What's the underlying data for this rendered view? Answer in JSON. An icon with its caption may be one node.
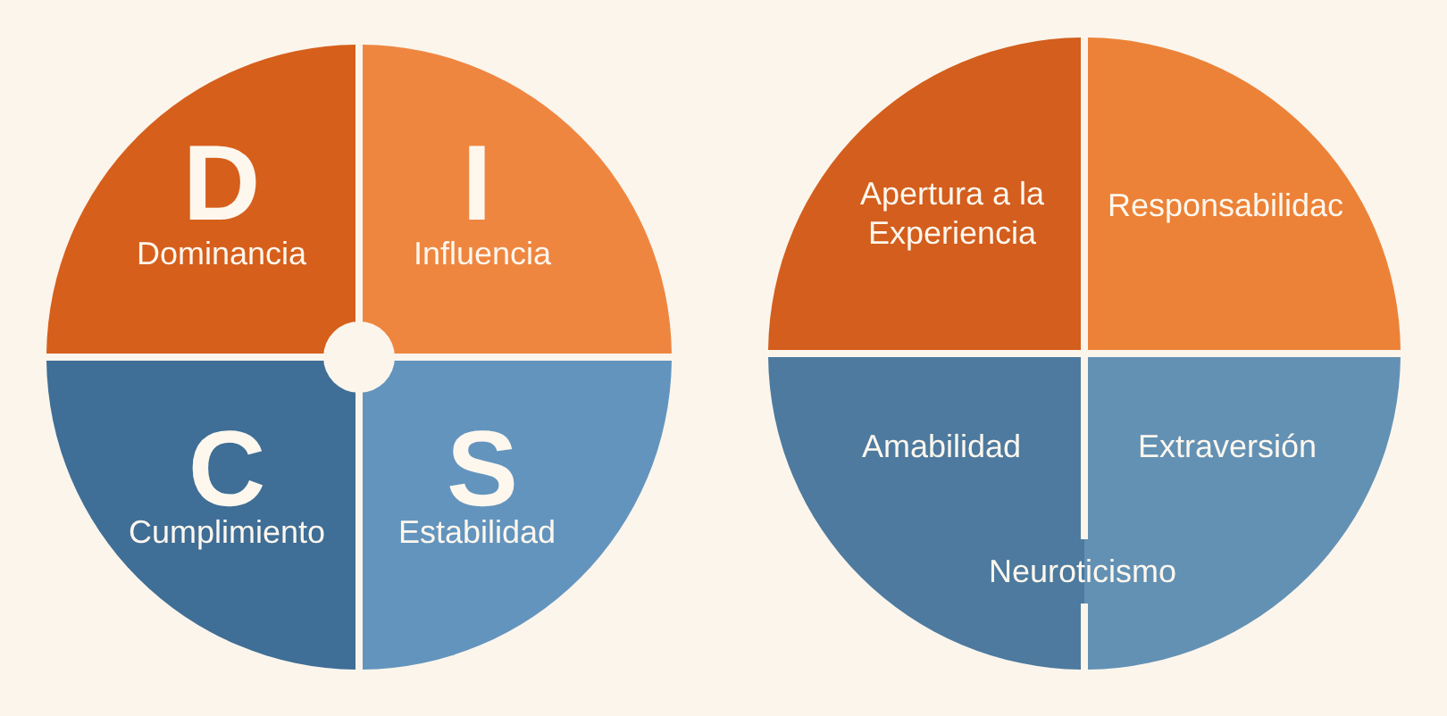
{
  "diagram": {
    "nodes": [
      {
        "text": [
          "D",
          "Dominancia"
        ]
      },
      {
        "text": [
          "I",
          "Influencia"
        ]
      },
      {
        "text": [
          "C",
          "Cumplimiento"
        ]
      },
      {
        "text": [
          "S",
          "Estabilidad"
        ]
      },
      {
        "text": [
          "Apertura a la Experiencia"
        ]
      },
      {
        "text": [
          "Responsabilidac"
        ]
      },
      {
        "text": [
          "Amabilidad"
        ]
      },
      {
        "text": [
          "Extraversión"
        ]
      }
    ],
    "labels": [
      "Neuroticismo"
    ]
  }
}
